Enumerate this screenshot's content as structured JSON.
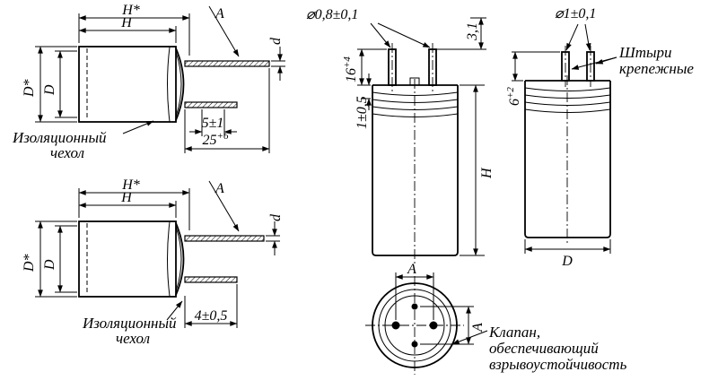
{
  "dims": {
    "h_star": "H*",
    "h": "H",
    "a": "A",
    "d_lead": "d",
    "d_star": "D*",
    "d_can": "D"
  },
  "fig_axial_long": {
    "lead_section": "5±1",
    "lead_length": "25",
    "lead_length_tol": "+6",
    "sleeve_line1": "Изоляционный",
    "sleeve_line2": "чехол"
  },
  "fig_axial_short": {
    "lead_length": "4±0,5",
    "sleeve_line1": "Изоляционный",
    "sleeve_line2": "чехол"
  },
  "fig_snap_in": {
    "pin_diameter": "⌀0,8±0,1",
    "pin_tip": "3,1",
    "pin_height": "16",
    "pin_height_tol": "+4",
    "rim_offset": "1±0,5"
  },
  "fig_bottom_view": {
    "valve_line1": "Клапан,",
    "valve_line2": "обеспечивающий",
    "valve_line3": "взрывоустойчивость"
  },
  "fig_mount_pins": {
    "pin_diameter": "⌀1±0,1",
    "pins_line1": "Штыри",
    "pins_line2": "крепежные",
    "pin_height": "6",
    "pin_height_tol": "+2"
  }
}
